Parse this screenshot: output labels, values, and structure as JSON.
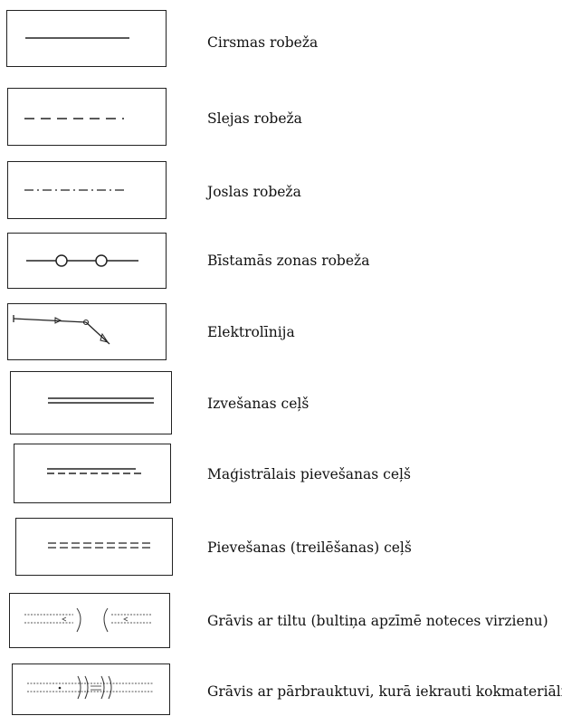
{
  "legend": {
    "items": [
      {
        "label": "Cirsmas robeža",
        "symbol": "solid-line"
      },
      {
        "label": "Slejas robeža",
        "symbol": "dashed-line"
      },
      {
        "label": "Joslas robeža",
        "symbol": "dash-dot-line"
      },
      {
        "label": "Bīstamās zonas robeža",
        "symbol": "line-with-circles"
      },
      {
        "label": "Elektrolīnija",
        "symbol": "power-line"
      },
      {
        "label": "Izvešanas ceļš",
        "symbol": "double-line"
      },
      {
        "label": "Maģistrālais pievešanas ceļš",
        "symbol": "solid-and-dashed-line"
      },
      {
        "label": "Pievešanas (treilēšanas) ceļš",
        "symbol": "double-dashed-line"
      },
      {
        "label": "Grāvis ar tiltu (bultiņa apzīmē noteces virzienu)",
        "symbol": "ditch-with-bridge"
      },
      {
        "label": "Grāvis ar pārbrauktuvi, kurā iekrauti kokmateriāli",
        "symbol": "ditch-with-crossing"
      }
    ]
  }
}
